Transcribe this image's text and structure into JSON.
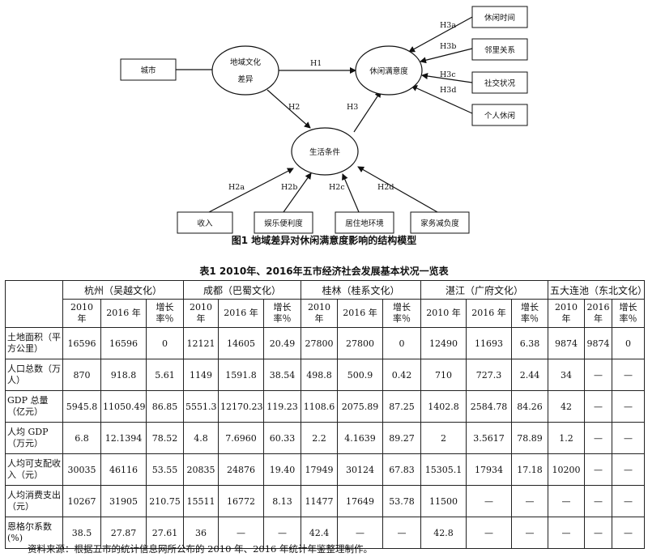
{
  "figure": {
    "nodes": {
      "city": "城市",
      "diff": "地域文化\n差异",
      "satisfaction": "休闲满意度",
      "living": "生活条件",
      "time": "休闲时间",
      "neighbor": "邻里关系",
      "social": "社交状况",
      "personal": "个人休闲",
      "income": "收入",
      "entertain": "娱乐便利度",
      "environment": "居住地环境",
      "housework": "家务减负度"
    },
    "edges": {
      "h1": "H1",
      "h2": "H2",
      "h3": "H3",
      "h3a": "H3a",
      "h3b": "H3b",
      "h3c": "H3c",
      "h3d": "H3d",
      "h2a": "H2a",
      "h2b": "H2b",
      "h2c": "H2c",
      "h2d": "H2d"
    },
    "caption": "图1  地域差异对休闲满意度影响的结构模型"
  },
  "table": {
    "caption": "表1  2010年、2016年五市经济社会发展基本状况一览表",
    "cities": [
      "杭州（吴越文化）",
      "成都（巴蜀文化）",
      "桂林（桂系文化）",
      "湛江（广府文化）",
      "五大连池（东北文化）"
    ],
    "subheaders": [
      "2010 年",
      "2016 年",
      "增长率％"
    ],
    "rows": [
      {
        "label": "土地面积（平方公里）",
        "values": [
          "16596",
          "16596",
          "0",
          "12121",
          "14605",
          "20.49",
          "27800",
          "27800",
          "0",
          "12490",
          "11693",
          "6.38",
          "9874",
          "9874",
          "0"
        ]
      },
      {
        "label": "人口总数（万人）",
        "values": [
          "870",
          "918.8",
          "5.61",
          "1149",
          "1591.8",
          "38.54",
          "498.8",
          "500.9",
          "0.42",
          "710",
          "727.3",
          "2.44",
          "34",
          "—",
          "—"
        ]
      },
      {
        "label": "GDP 总量（亿元）",
        "values": [
          "5945.8",
          "11050.49",
          "86.85",
          "5551.3",
          "12170.23",
          "119.23",
          "1108.6",
          "2075.89",
          "87.25",
          "1402.8",
          "2584.78",
          "84.26",
          "42",
          "—",
          "—"
        ]
      },
      {
        "label": "人均 GDP（万元）",
        "values": [
          "6.8",
          "12.1394",
          "78.52",
          "4.8",
          "7.6960",
          "60.33",
          "2.2",
          "4.1639",
          "89.27",
          "2",
          "3.5617",
          "78.89",
          "1.2",
          "—",
          "—"
        ]
      },
      {
        "label": "人均可支配收入（元）",
        "values": [
          "30035",
          "46116",
          "53.55",
          "20835",
          "24876",
          "19.40",
          "17949",
          "30124",
          "67.83",
          "15305.1",
          "17934",
          "17.18",
          "10200",
          "—",
          "—"
        ]
      },
      {
        "label": "人均消费支出（元）",
        "values": [
          "10267",
          "31905",
          "210.75",
          "15511",
          "16772",
          "8.13",
          "11477",
          "17649",
          "53.78",
          "11500",
          "—",
          "—",
          "—",
          "—",
          "—"
        ]
      },
      {
        "label": "恩格尔系数(%)",
        "values": [
          "38.5",
          "27.87",
          "27.61",
          "36",
          "—",
          "—",
          "42.4",
          "—",
          "—",
          "42.8",
          "—",
          "—",
          "—",
          "—",
          "—"
        ]
      }
    ]
  },
  "source": "资料来源：根据五市的统计信息网所公布的 2010 年、2016 年统计年鉴整理制作。"
}
